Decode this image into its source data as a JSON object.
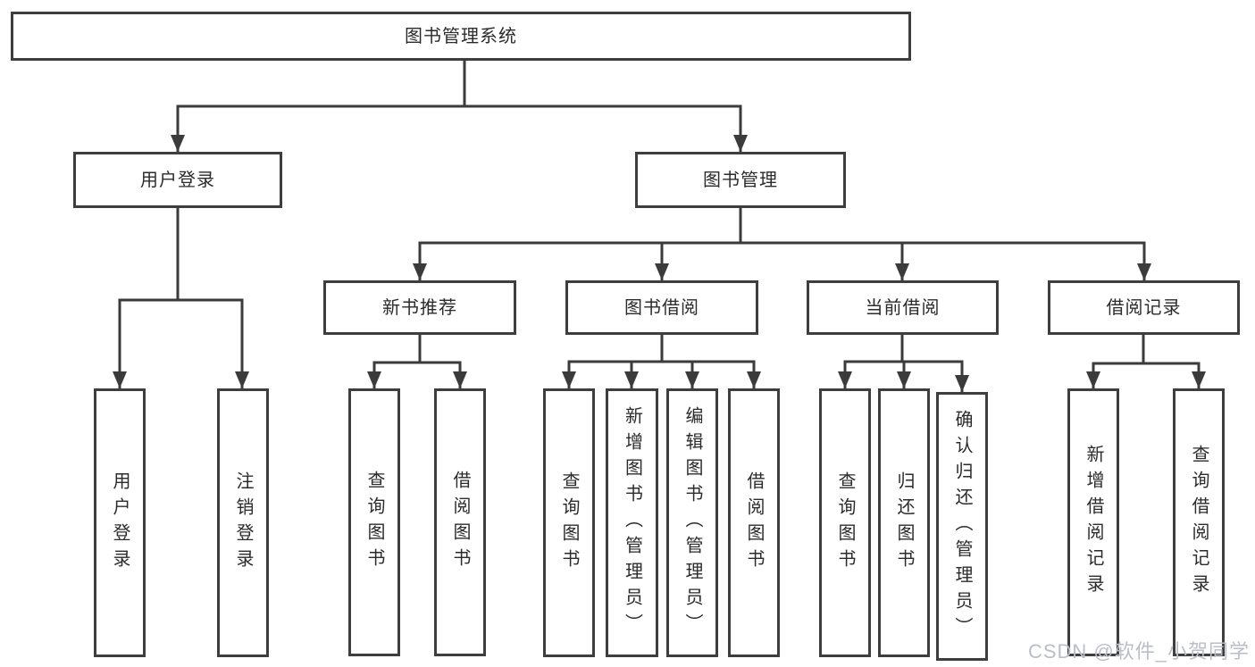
{
  "diagram": {
    "type": "hierarchy-tree",
    "nodes": {
      "root": "图书管理系统",
      "user_login": "用户登录",
      "book_management": "图书管理",
      "new_book_recommend": "新书推荐",
      "book_borrowing": "图书借阅",
      "current_borrowing": "当前借阅",
      "borrowing_records": "借阅记录",
      "leaf_user_login": "用户登录",
      "leaf_logout": "注销登录",
      "leaf_rec_query_books": "查询图书",
      "leaf_rec_borrow_books": "借阅图书",
      "leaf_bb_query_books": "查询图书",
      "leaf_bb_add_books": "新增图书（管理员）",
      "leaf_bb_edit_books": "编辑图书（管理员）",
      "leaf_bb_borrow_books": "借阅图书",
      "leaf_cb_query_books": "查询图书",
      "leaf_cb_return_books": "归还图书",
      "leaf_cb_confirm_return": "确认归还（管理员）",
      "leaf_br_add_record": "新增借阅记录",
      "leaf_br_query_record": "查询借阅记录"
    },
    "edges": [
      [
        "root",
        "user_login"
      ],
      [
        "root",
        "book_management"
      ],
      [
        "user_login",
        "leaf_user_login"
      ],
      [
        "user_login",
        "leaf_logout"
      ],
      [
        "book_management",
        "new_book_recommend"
      ],
      [
        "book_management",
        "book_borrowing"
      ],
      [
        "book_management",
        "current_borrowing"
      ],
      [
        "book_management",
        "borrowing_records"
      ],
      [
        "new_book_recommend",
        "leaf_rec_query_books"
      ],
      [
        "new_book_recommend",
        "leaf_rec_borrow_books"
      ],
      [
        "book_borrowing",
        "leaf_bb_query_books"
      ],
      [
        "book_borrowing",
        "leaf_bb_add_books"
      ],
      [
        "book_borrowing",
        "leaf_bb_edit_books"
      ],
      [
        "book_borrowing",
        "leaf_bb_borrow_books"
      ],
      [
        "current_borrowing",
        "leaf_cb_query_books"
      ],
      [
        "current_borrowing",
        "leaf_cb_return_books"
      ],
      [
        "current_borrowing",
        "leaf_cb_confirm_return"
      ],
      [
        "borrowing_records",
        "leaf_br_add_record"
      ],
      [
        "borrowing_records",
        "leaf_br_query_record"
      ]
    ],
    "colors": {
      "line": "#3b3b3b",
      "box_border": "#3e3e3e",
      "box_background": "#ffffff",
      "text": "#2b2b2b",
      "watermark": "#b9bec8"
    }
  },
  "watermark": "CSDN @软件_小贺同学"
}
